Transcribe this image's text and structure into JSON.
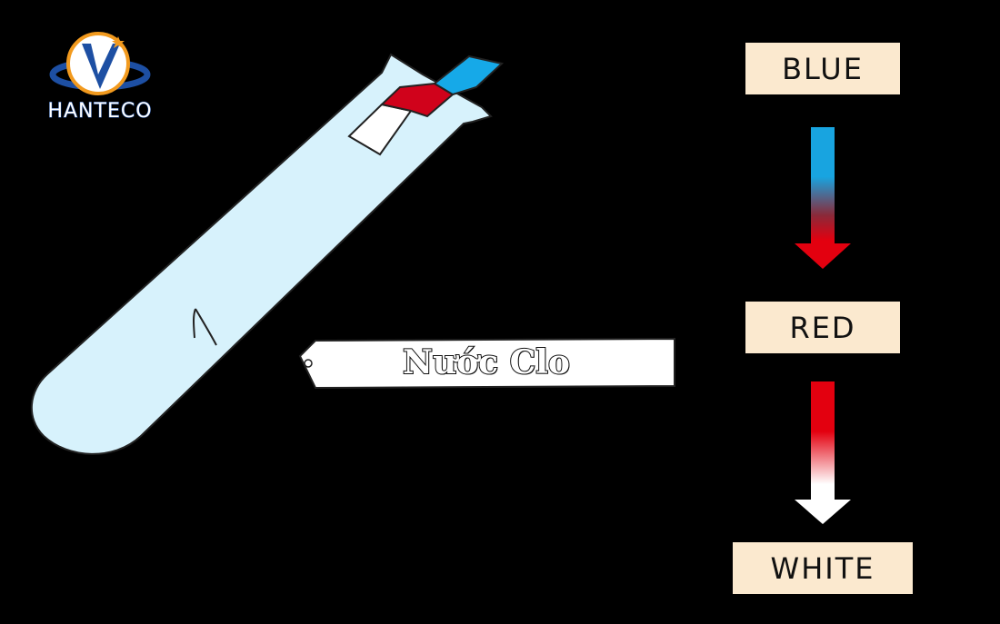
{
  "logo": {
    "name": "HANTECO",
    "colors": {
      "navy": "#1d4fa3",
      "orange": "#f29a1e"
    }
  },
  "labels": {
    "blue": "BLUE",
    "red": "RED",
    "white": "WHITE"
  },
  "tag": {
    "text": "Nước Clo"
  },
  "colors": {
    "background": "#000000",
    "tube_fill": "#d7f2fc",
    "paper_blue": "#16a9e8",
    "paper_red": "#d0021b",
    "paper_white": "#ffffff",
    "label_bg": "#fbe9cf",
    "arrow_blue": "#18a4e0",
    "arrow_red": "#e3000f"
  }
}
